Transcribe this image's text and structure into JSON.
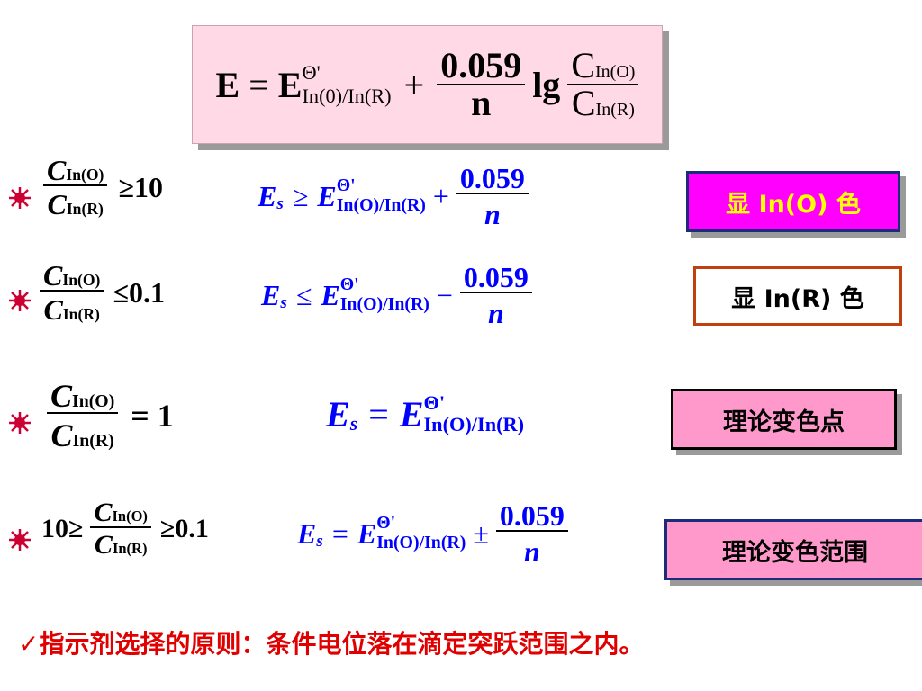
{
  "main_formula": {
    "lhs": "E",
    "eq": "=",
    "E": "E",
    "sup": "Θ'",
    "sub": "In(0)/In(R)",
    "plus": "+",
    "num": "0.059",
    "den": "n",
    "lg": "lg",
    "C_num": "C",
    "C_num_sub": "In(O)",
    "C_den": "C",
    "C_den_sub": "In(R)"
  },
  "rows": [
    {
      "ratio": {
        "C_top": "C",
        "top_sub": "In(O)",
        "C_bot": "C",
        "bot_sub": "In(R)"
      },
      "left_prefix": "",
      "condition": "≥10",
      "Es": "E",
      "s": "s",
      "relation": "≥",
      "E": "E",
      "sup": "Θ'",
      "sub": "In(O)/In(R)",
      "op": "+",
      "num": "0.059",
      "den": "n",
      "label": "显 In(O) 色"
    },
    {
      "ratio": {
        "C_top": "C",
        "top_sub": "In(O)",
        "C_bot": "C",
        "bot_sub": "In(R)"
      },
      "left_prefix": "",
      "condition": "≤0.1",
      "Es": "E",
      "s": "s",
      "relation": "≤",
      "E": "E",
      "sup": "Θ'",
      "sub": "In(O)/In(R)",
      "op": "−",
      "num": "0.059",
      "den": "n",
      "label": "显 In(R) 色"
    },
    {
      "ratio": {
        "C_top": "C",
        "top_sub": "In(O)",
        "C_bot": "C",
        "bot_sub": "In(R)"
      },
      "left_prefix": "",
      "condition": "= 1",
      "Es": "E",
      "s": "s",
      "relation": "=",
      "E": "E",
      "sup": "Θ'",
      "sub": "In(O)/In(R)",
      "label": "理论变色点"
    },
    {
      "ratio": {
        "C_top": "C",
        "top_sub": "In(O)",
        "C_bot": "C",
        "bot_sub": "In(R)"
      },
      "left_prefix": "10≥",
      "condition": "≥0.1",
      "Es": "E",
      "s": "s",
      "relation": "=",
      "E": "E",
      "sup": "Θ'",
      "sub": "In(O)/In(R)",
      "op": "±",
      "num": "0.059",
      "den": "n",
      "label": "理论变色范围"
    }
  ],
  "footer": {
    "check": "✓",
    "text": "指示剂选择的原则：条件电位落在滴定突跃范围之内。"
  },
  "colors": {
    "bullet": "#cc0033",
    "formula_blue": "#0000ff",
    "footer_red": "#e00000",
    "main_box": "#ffd9e6"
  },
  "icons": {
    "bullet": "starburst-bullet-icon",
    "check": "checkmark-icon"
  }
}
